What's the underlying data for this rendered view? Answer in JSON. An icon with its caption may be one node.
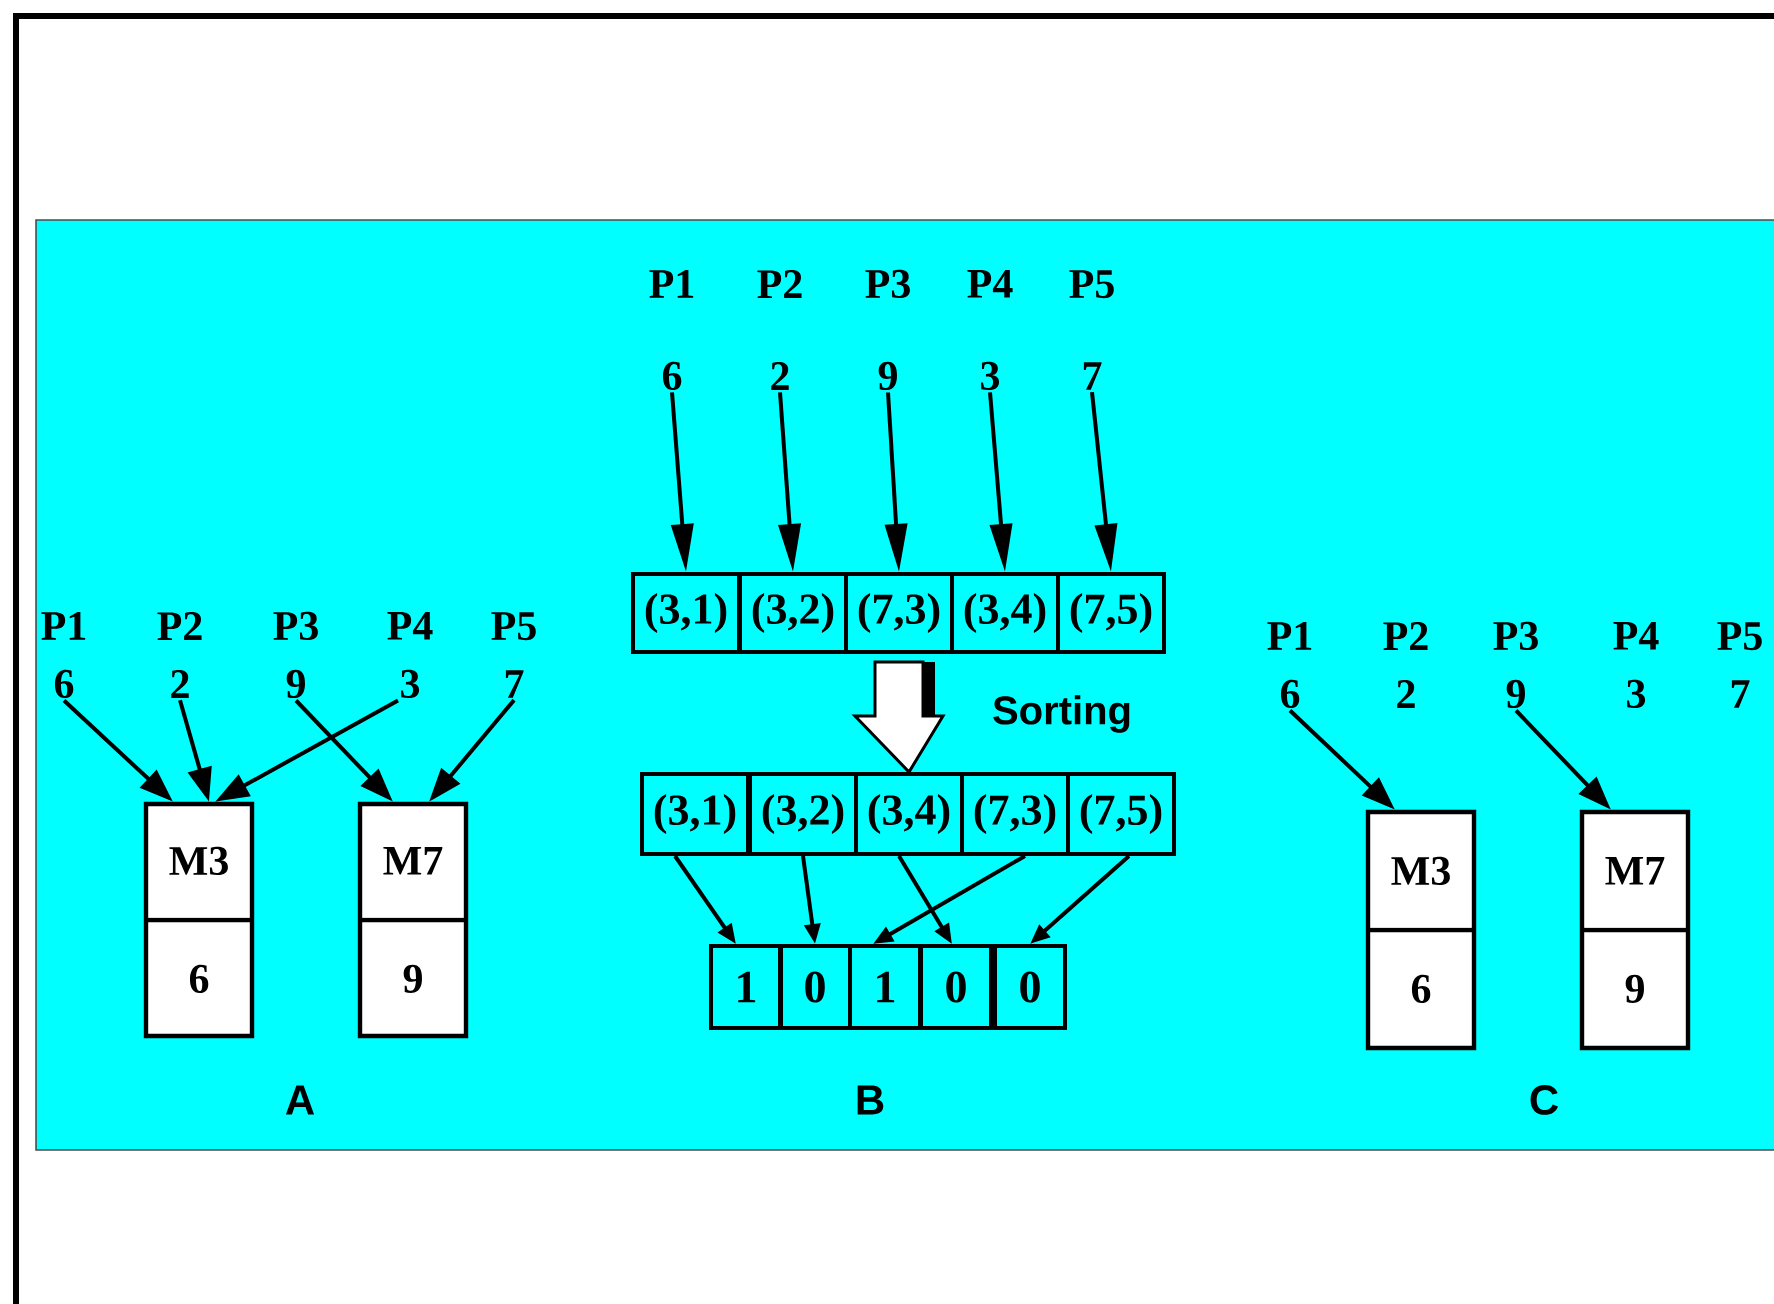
{
  "diagram": {
    "nodes": [
      {
        "text": [
          "P1",
          "6"
        ]
      },
      {
        "text": [
          "P2",
          "2"
        ]
      },
      {
        "text": [
          "P3",
          "9"
        ]
      },
      {
        "text": [
          "P4",
          "3"
        ]
      },
      {
        "text": [
          "P5",
          "7"
        ]
      },
      {
        "text": [
          "M3",
          "6"
        ]
      },
      {
        "text": [
          "M7",
          "9"
        ]
      },
      {
        "text": [
          "P1",
          "6"
        ]
      },
      {
        "text": [
          "P2",
          "2"
        ]
      },
      {
        "text": [
          "P3",
          "9"
        ]
      },
      {
        "text": [
          "P4",
          "3"
        ]
      },
      {
        "text": [
          "P5",
          "7"
        ]
      },
      {
        "text": [
          "(3,1)"
        ]
      },
      {
        "text": [
          "(3,2)"
        ]
      },
      {
        "text": [
          "(7,3)"
        ]
      },
      {
        "text": [
          "(3,4)"
        ]
      },
      {
        "text": [
          "(7,5)"
        ]
      },
      {
        "text": [
          "(3,1)"
        ]
      },
      {
        "text": [
          "(3,2)"
        ]
      },
      {
        "text": [
          "(3,4)"
        ]
      },
      {
        "text": [
          "(7,3)"
        ]
      },
      {
        "text": [
          "(7,5)"
        ]
      },
      {
        "text": [
          "1"
        ]
      },
      {
        "text": [
          "0"
        ]
      },
      {
        "text": [
          "1"
        ]
      },
      {
        "text": [
          "0"
        ]
      },
      {
        "text": [
          "0"
        ]
      },
      {
        "text": [
          "P1",
          "6"
        ]
      },
      {
        "text": [
          "P2",
          "2"
        ]
      },
      {
        "text": [
          "P3",
          "9"
        ]
      },
      {
        "text": [
          "P4",
          "3"
        ]
      },
      {
        "text": [
          "P5",
          "7"
        ]
      },
      {
        "text": [
          "M3",
          "6"
        ]
      },
      {
        "text": [
          "M7",
          "9"
        ]
      }
    ],
    "edges": [
      {
        "from": 0,
        "to": 5,
        "arrow": "to"
      },
      {
        "from": 1,
        "to": 5,
        "arrow": "to"
      },
      {
        "from": 3,
        "to": 5,
        "arrow": "to"
      },
      {
        "from": 2,
        "to": 6,
        "arrow": "to"
      },
      {
        "from": 4,
        "to": 6,
        "arrow": "to"
      },
      {
        "from": 7,
        "to": 12,
        "arrow": "to"
      },
      {
        "from": 8,
        "to": 13,
        "arrow": "to"
      },
      {
        "from": 9,
        "to": 14,
        "arrow": "to"
      },
      {
        "from": 10,
        "to": 15,
        "arrow": "to"
      },
      {
        "from": 11,
        "to": 16,
        "arrow": "to"
      },
      {
        "from": 14,
        "to": 19,
        "arrow": "to",
        "label": "Sorting",
        "style": "thick"
      },
      {
        "from": 17,
        "to": 22,
        "arrow": "to"
      },
      {
        "from": 18,
        "to": 23,
        "arrow": "to"
      },
      {
        "from": 19,
        "to": 25,
        "arrow": "to"
      },
      {
        "from": 20,
        "to": 24,
        "arrow": "to"
      },
      {
        "from": 21,
        "to": 26,
        "arrow": "to"
      },
      {
        "from": 27,
        "to": 32,
        "arrow": "to"
      },
      {
        "from": 29,
        "to": 33,
        "arrow": "to"
      }
    ],
    "labels": [
      "A",
      "B",
      "C"
    ]
  }
}
